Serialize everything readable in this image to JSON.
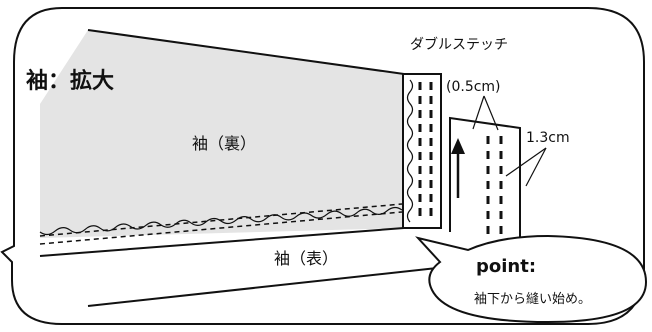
{
  "labels": {
    "title": "袖：拡大",
    "sleeve_back": "袖（裏）",
    "sleeve_front": "袖（表）",
    "double_stitch": "ダブルステッチ",
    "stitch_width": "(0.5cm)",
    "stitch_offset": "1.3cm"
  },
  "point": {
    "heading": "point:",
    "body": "袖下から縫い始め。"
  },
  "colors": {
    "fabric_back": "#e4e4e4",
    "line": "#111111",
    "paper": "#ffffff"
  }
}
